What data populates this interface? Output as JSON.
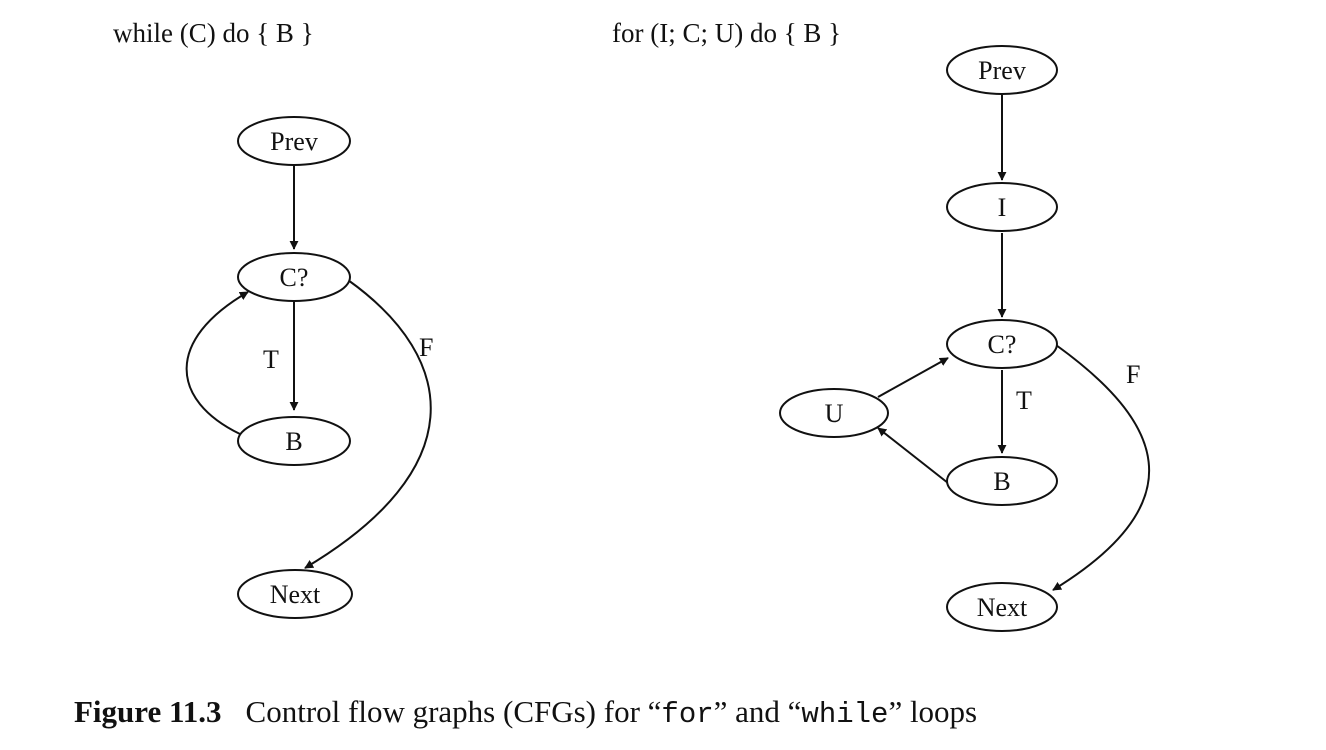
{
  "left_diagram": {
    "heading": "while (C) do { B }",
    "nodes": {
      "prev": "Prev",
      "cond": "C?",
      "body": "B",
      "next": "Next"
    },
    "edge_labels": {
      "true": "T",
      "false": "F"
    }
  },
  "right_diagram": {
    "heading": "for (I; C; U) do { B }",
    "nodes": {
      "prev": "Prev",
      "init": "I",
      "cond": "C?",
      "update": "U",
      "body": "B",
      "next": "Next"
    },
    "edge_labels": {
      "true": "T",
      "false": "F"
    }
  },
  "caption": {
    "number": "Figure 11.3",
    "text_before": "Control flow graphs (CFGs) for “",
    "code_for": "for",
    "text_middle": "” and “",
    "code_while": "while",
    "text_after": "” loops"
  }
}
